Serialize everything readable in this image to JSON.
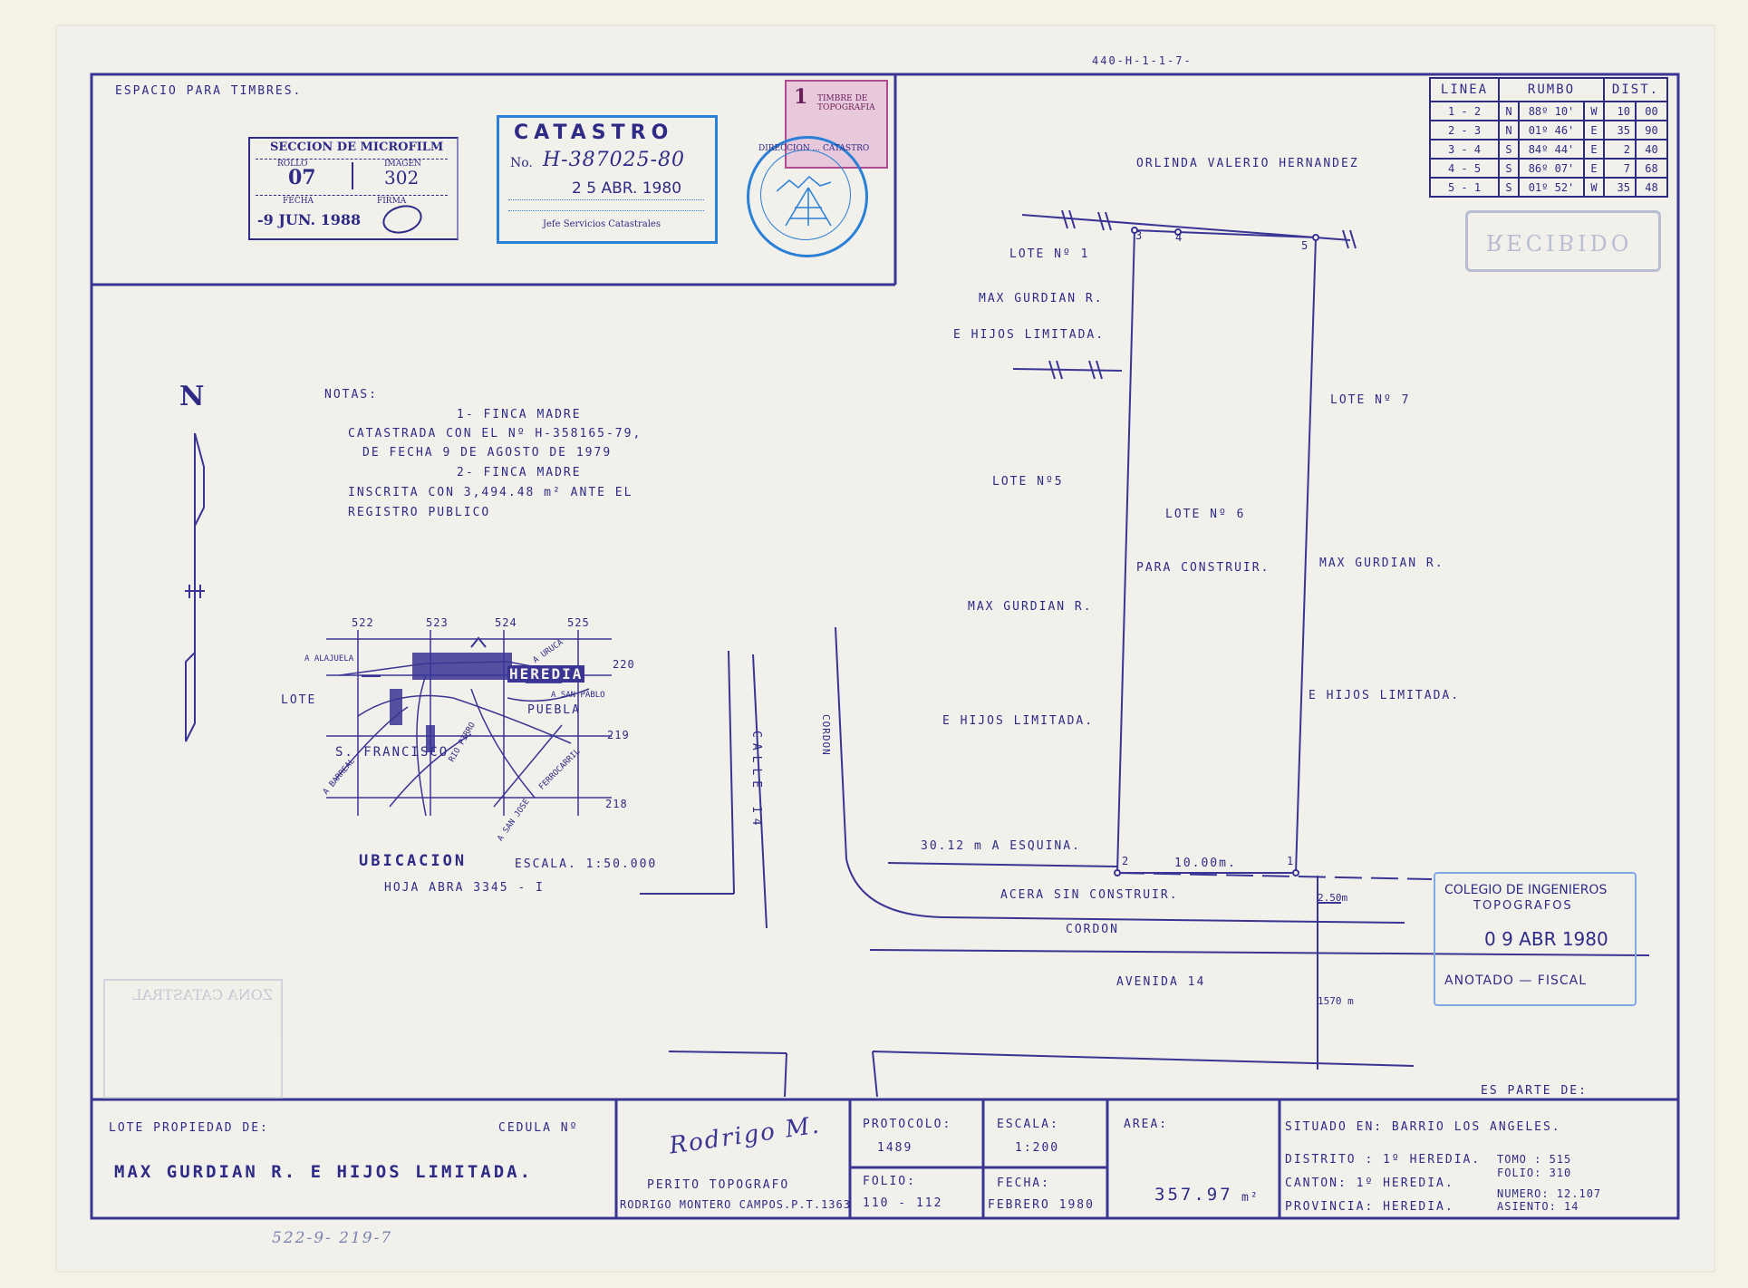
{
  "header_ref": "440-H-1-1-7-",
  "stamp_area": {
    "label": "ESPACIO PARA TIMBRES."
  },
  "microfilm": {
    "title": "SECCION DE MICROFILM",
    "rollo_label": "ROLLO",
    "rollo": "07",
    "imagen_label": "IMAGEN",
    "imagen": "302",
    "fecha_label": "FECHA",
    "firma_label": "FIRMA",
    "fecha": "-9 JUN. 1988"
  },
  "catastro": {
    "title": "CATASTRO",
    "no_label": "No.",
    "number": "H-387025-80",
    "date": "2 5 ABR. 1980",
    "footer": "Jefe Servicios Catastrales"
  },
  "timbre": {
    "value": "1",
    "text": "TIMBRE DE TOPOGRAFIA"
  },
  "round_stamp": {
    "text": "DIRECCION ... CATASTRO"
  },
  "table": {
    "headers": [
      "LINEA",
      "RUMBO",
      "DIST."
    ],
    "rows": [
      {
        "linea": "1 - 2",
        "dir1": "N",
        "angle": "88º 10'",
        "dir2": "W",
        "dist_m": "10",
        "dist_cm": "00"
      },
      {
        "linea": "2 - 3",
        "dir1": "N",
        "angle": "01º 46'",
        "dir2": "E",
        "dist_m": "35",
        "dist_cm": "90"
      },
      {
        "linea": "3 - 4",
        "dir1": "S",
        "angle": "84º 44'",
        "dir2": "E",
        "dist_m": "2",
        "dist_cm": "40"
      },
      {
        "linea": "4 - 5",
        "dir1": "S",
        "angle": "86º 07'",
        "dir2": "E",
        "dist_m": "7",
        "dist_cm": "68"
      },
      {
        "linea": "5 - 1",
        "dir1": "S",
        "angle": "01º 52'",
        "dir2": "W",
        "dist_m": "35",
        "dist_cm": "48"
      }
    ]
  },
  "recibido": "RECIBIDO",
  "north": "N",
  "notes": {
    "title": "NOTAS:",
    "lines": [
      "1-  FINCA MADRE",
      "CATASTRADA CON EL Nº H-358165-79,",
      "DE FECHA 9 DE AGOSTO DE 1979",
      "2-  FINCA MADRE",
      "INSCRITA CON 3,494.48 m² ANTE EL",
      "REGISTRO PUBLICO"
    ]
  },
  "location_map": {
    "top_labels": [
      "522",
      "523",
      "524",
      "525"
    ],
    "right_labels": [
      "220",
      "219",
      "218"
    ],
    "places": [
      "A ALAJUELA",
      "HEREDIA",
      "LOTE",
      "PUEBLA",
      "A SAN PABLO",
      "S. FRANCISCO",
      "RIO PIRRO",
      "A BARREAL",
      "A SAN JOSE",
      "A URUCA",
      "FERROCARRIL"
    ],
    "title": "UBICACION",
    "scale": "ESCALA. 1:50.000",
    "sheet": "HOJA ABRA  3345 - I"
  },
  "plan": {
    "owner_north": "ORLINDA VALERIO HERNANDEZ",
    "lote1": [
      "LOTE Nº 1",
      "MAX GURDIAN R.",
      "E HIJOS LIMITADA."
    ],
    "lote5": [
      "LOTE Nº5",
      "MAX GURDIAN R.",
      "E HIJOS LIMITADA."
    ],
    "lote6": [
      "LOTE  Nº 6",
      "PARA CONSTRUIR."
    ],
    "lote7": [
      "LOTE  Nº 7",
      "MAX GURDIAN R.",
      "E HIJOS LIMITADA."
    ],
    "calle": "CALLE 14",
    "cordon_v": "CORDON",
    "distance_corner": "30.12 m  A  ESQUINA.",
    "front": "10.00m.",
    "acera": "ACERA SIN CONSTRUIR.",
    "cordon_h": "CORDON",
    "avenida": "AVENIDA 14",
    "dim1": "2.50m",
    "dim2": "1570 m",
    "vertices": [
      "1",
      "2",
      "3",
      "4",
      "5"
    ]
  },
  "colegio": {
    "line1": "COLEGIO DE INGENIEROS",
    "line2": "TOPOGRAFOS",
    "date": "0 9 ABR 1980",
    "status": "ANOTADO  —  FISCAL"
  },
  "zona": {
    "text": "ZONA CATASTRAL"
  },
  "es_parte": "ES PARTE  DE:",
  "title_block": {
    "owner_label": "LOTE PROPIEDAD DE:",
    "cedula_label": "CEDULA Nº",
    "owner": "MAX GURDIAN R.  E  HIJOS LIMITADA.",
    "perito_label": "PERITO  TOPOGRAFO",
    "perito": "RODRIGO MONTERO CAMPOS.P.T.1363",
    "signature": "Rodrigo M.",
    "protocolo_label": "PROTOCOLO:",
    "protocolo": "1489",
    "folio_label": "FOLIO:",
    "folio": "110  - 112",
    "escala_label": "ESCALA:",
    "escala": "1:200",
    "fecha_label": "FECHA:",
    "fecha": "FEBRERO 1980",
    "area_label": "AREA:",
    "area": "357.97",
    "area_unit": "m²",
    "situado": "SITUADO EN: BARRIO LOS ANGELES.",
    "distrito": "DISTRITO : 1º HEREDIA.",
    "canton": "CANTON:  1º HEREDIA.",
    "provincia": "PROVINCIA: HEREDIA.",
    "tomo": "TOMO : 515",
    "folio2": "FOLIO: 310",
    "numero": "NUMERO: 12.107",
    "asiento": "ASIENTO: 14"
  },
  "bottom_pencil": "522-9- 219-7"
}
